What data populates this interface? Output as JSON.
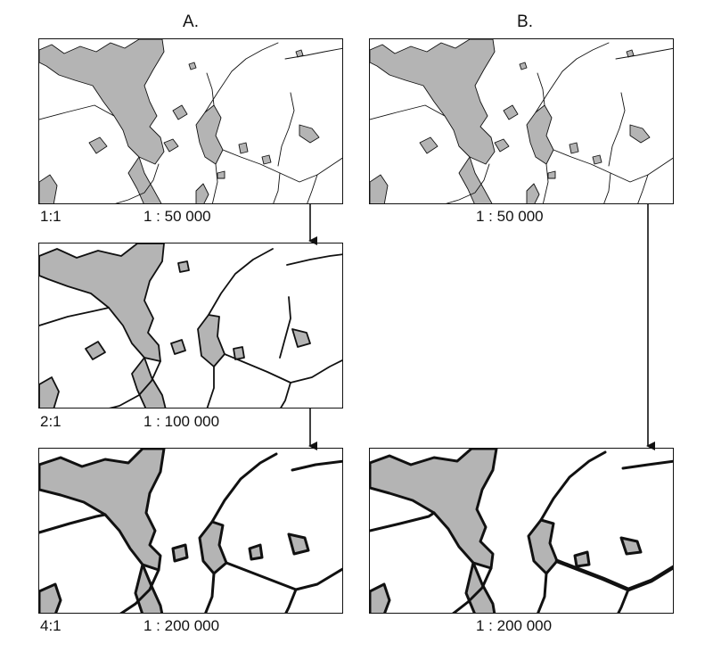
{
  "columns": {
    "a": "A.",
    "b": "B."
  },
  "column_a": {
    "rows": [
      {
        "ratio": "1:1",
        "scale": "1 : 50 000"
      },
      {
        "ratio": "2:1",
        "scale": "1 : 100 000"
      },
      {
        "ratio": "4:1",
        "scale": "1 : 200 000"
      }
    ]
  },
  "column_b": {
    "rows": [
      {
        "scale": "1 : 50 000"
      },
      {
        "scale": "1 : 200 000"
      }
    ]
  },
  "colors": {
    "water": "#b4b4b4",
    "outline": "#111111",
    "land": "#ffffff"
  }
}
